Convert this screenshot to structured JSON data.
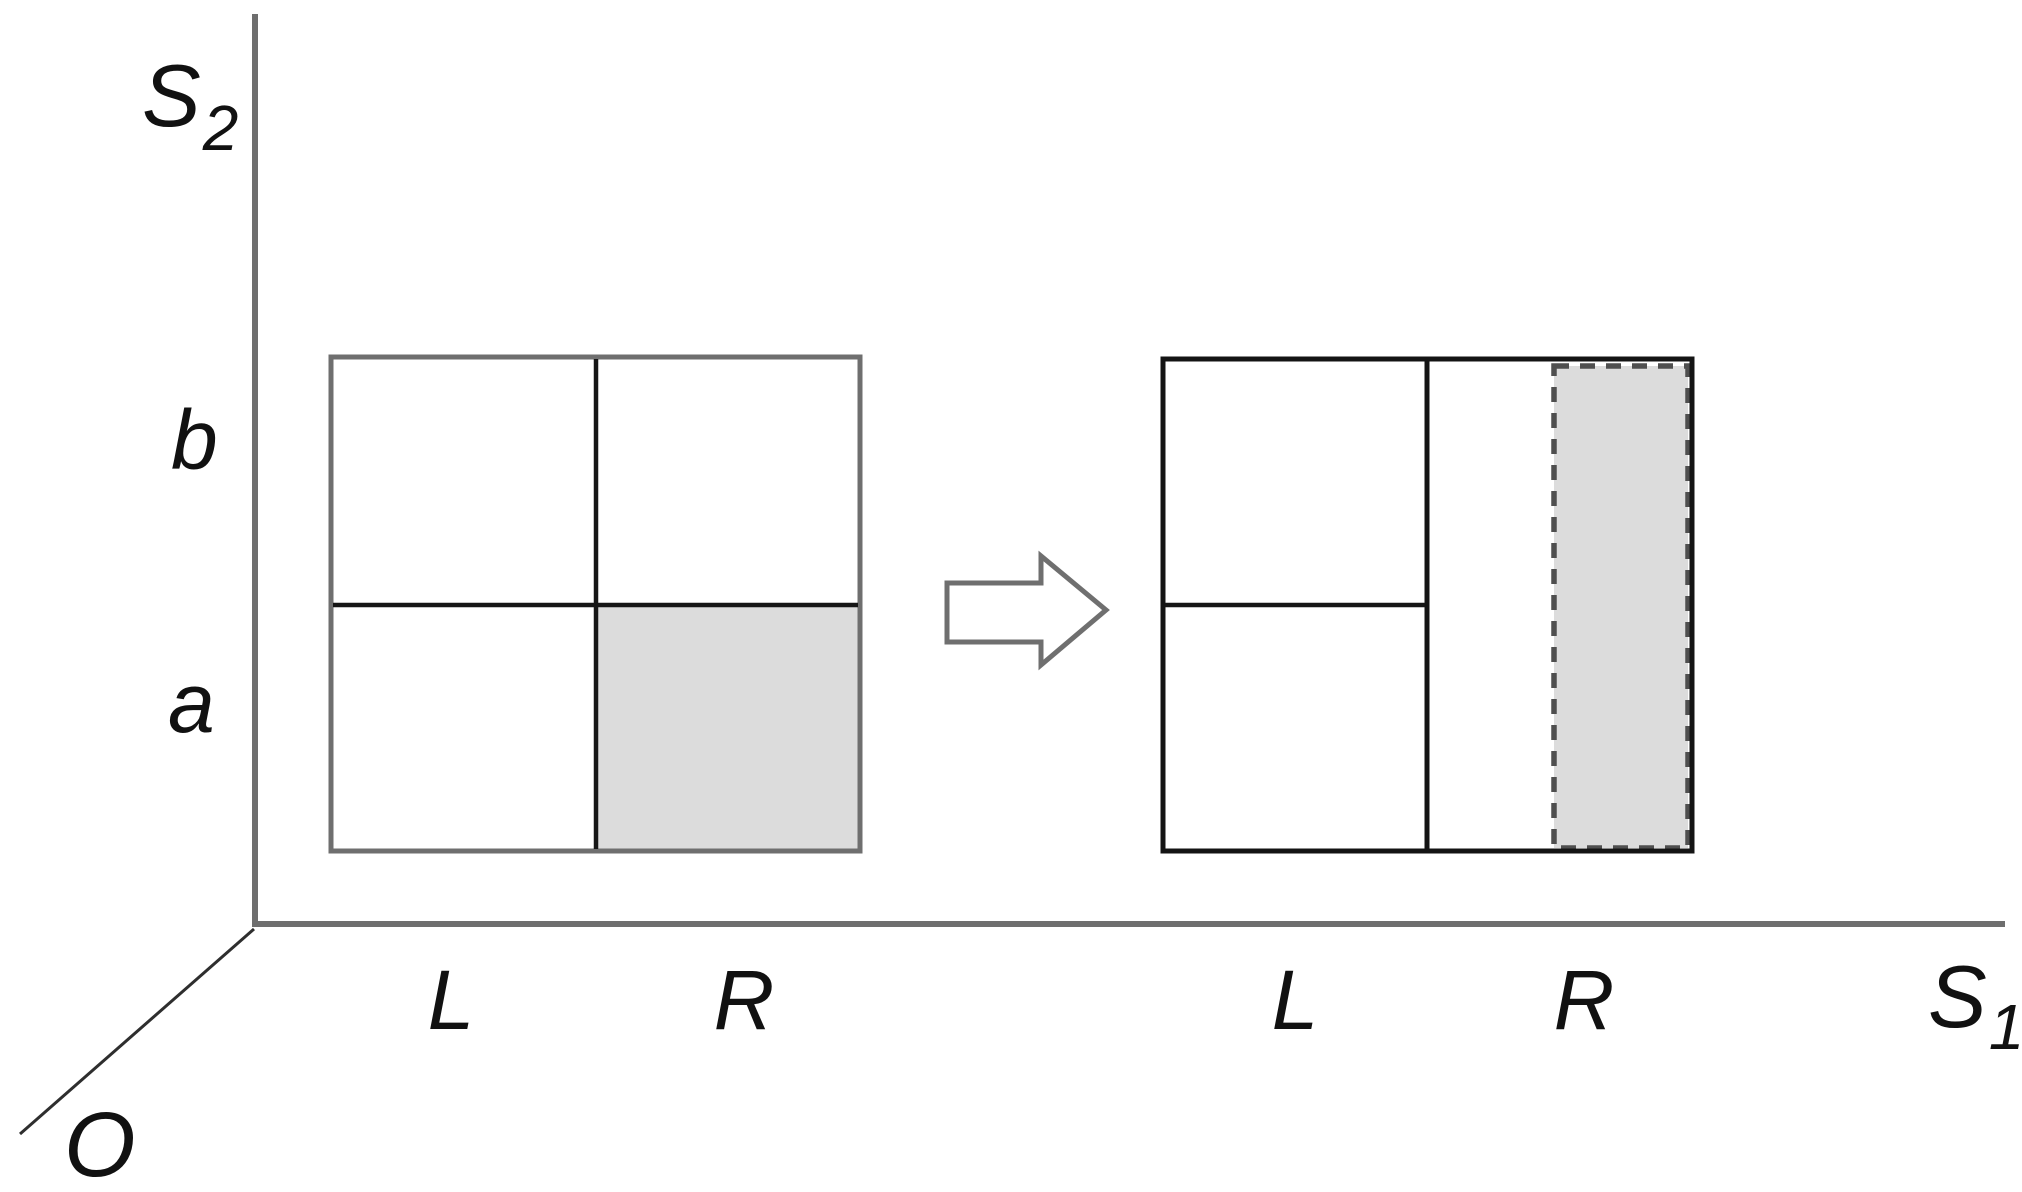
{
  "figure": {
    "axes": {
      "vertical": {
        "symbol": "S",
        "subscript": "2"
      },
      "horizontal": {
        "symbol": "S",
        "subscript": "1"
      },
      "origin": "O"
    },
    "row_labels": {
      "top": "b",
      "bottom": "a"
    },
    "left_square": {
      "column_labels": {
        "left": "L",
        "right": "R"
      },
      "shaded_cell": "bottom-right"
    },
    "right_square": {
      "column_labels": {
        "left": "L",
        "right": "R"
      },
      "shaded_region": "dashed-right-strip"
    }
  },
  "colors": {
    "shaded_fill": "#dcdcdc",
    "axis_gray": "#6e6e6e",
    "square_gray_border": "#6f6f6f",
    "line_black": "#161616",
    "dashed_border_gray": "#4f4f4f",
    "arrow_outline_gray": "#6f6f6f",
    "text_black": "#111111"
  }
}
